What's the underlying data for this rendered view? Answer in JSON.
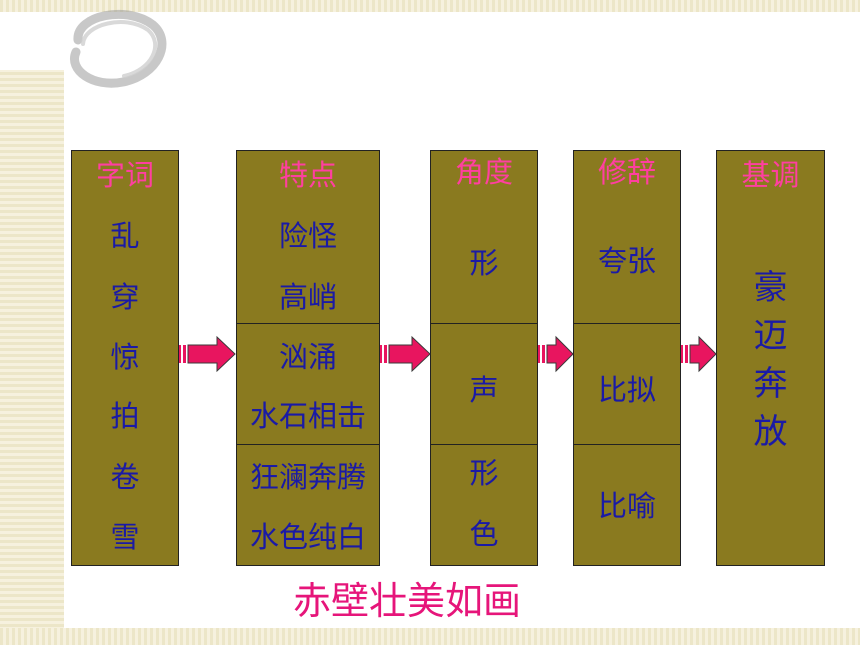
{
  "columns": {
    "ziCi": {
      "header": "字词",
      "words": [
        "乱",
        "穿",
        "惊",
        "拍",
        "卷",
        "雪"
      ]
    },
    "teDian": {
      "header": "特点",
      "rows": [
        "险怪",
        "高峭",
        "汹涌",
        "水石相击",
        "狂澜奔腾",
        "水色纯白"
      ]
    },
    "jiaoDu": {
      "header": "角度",
      "rows": [
        "形",
        "声",
        "形",
        "色"
      ]
    },
    "xiuCi": {
      "header": "修辞",
      "rows": [
        "夸张",
        "比拟",
        "比喻"
      ]
    },
    "jiDiao": {
      "header": "基调",
      "chars": [
        "豪",
        "迈",
        "奔",
        "放"
      ]
    }
  },
  "caption": "赤壁壮美如画",
  "colors": {
    "box": "#8a7a1f",
    "header": "#ff3fa0",
    "text": "#1a1aa6",
    "caption": "#e6157a",
    "arrow": "#e8155f"
  }
}
